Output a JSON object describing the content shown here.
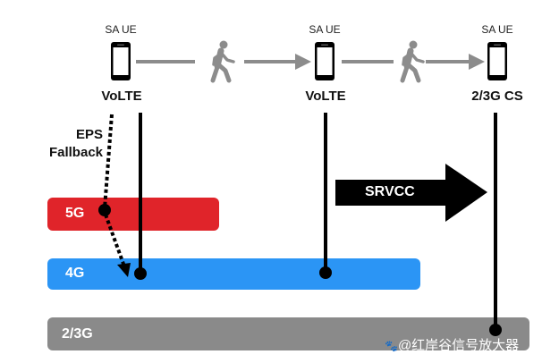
{
  "diagram": {
    "ue_nodes": [
      {
        "label": "SA UE",
        "mode": "VoLTE"
      },
      {
        "label": "SA UE",
        "mode": "VoLTE"
      },
      {
        "label": "SA UE",
        "mode": "2/3G CS"
      }
    ],
    "annotations": {
      "eps_fallback_line1": "EPS",
      "eps_fallback_line2": "Fallback",
      "srvcc": "SRVCC"
    },
    "network_layers": [
      {
        "label": "5G",
        "color": "#e0242a"
      },
      {
        "label": "4G",
        "color": "#2b95f5"
      },
      {
        "label": "2/3G",
        "color": "#8a8a8a"
      }
    ],
    "icons": {
      "phone": "smartphone-icon",
      "walker": "walking-person-icon",
      "paw": "paw-icon"
    },
    "watermark": "@红岸谷信号放大器"
  }
}
